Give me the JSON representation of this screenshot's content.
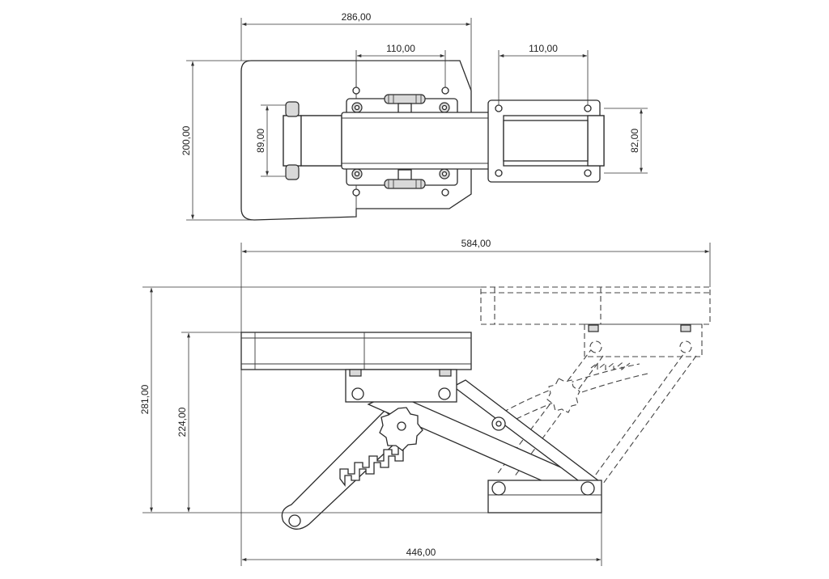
{
  "drawing": {
    "top_view": {
      "overall_width": "286,00",
      "bolt_spacing_left": "110,00",
      "bolt_spacing_right": "110,00",
      "plate_height": "200,00",
      "clamp_height": "89,00",
      "bracket_height": "82,00"
    },
    "side_view": {
      "overall_length": "584,00",
      "max_height": "281,00",
      "min_height": "224,00",
      "base_length": "446,00"
    }
  },
  "colors": {
    "line": "#2b2b2b",
    "dimension": "#333333",
    "background": "#ffffff"
  }
}
